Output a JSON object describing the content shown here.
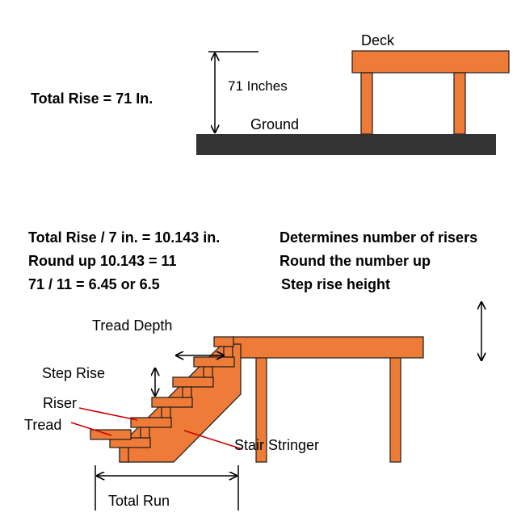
{
  "colors": {
    "wood": "#EE7C38",
    "outline": "#1a1a1a",
    "ground": "#333333",
    "pointer": "#cc0000"
  },
  "top": {
    "total_rise_label": "Total Rise = 71 In.",
    "dimension_label": "71 Inches",
    "deck_label": "Deck",
    "ground_label": "Ground"
  },
  "calculations": [
    {
      "formula": "Total Rise / 7 in. = 10.143 in.",
      "note": "Determines number of risers"
    },
    {
      "formula": "Round up 10.143 = 11",
      "note": "Round the number up"
    },
    {
      "formula": "71 / 11 = 6.45 or 6.5",
      "note": "Step rise height"
    }
  ],
  "stair": {
    "tread_depth_label": "Tread Depth",
    "step_rise_label": "Step Rise",
    "riser_label": "Riser",
    "tread_label": "Tread",
    "stringer_label": "Stair Stringer",
    "total_run_label": "Total Run"
  }
}
